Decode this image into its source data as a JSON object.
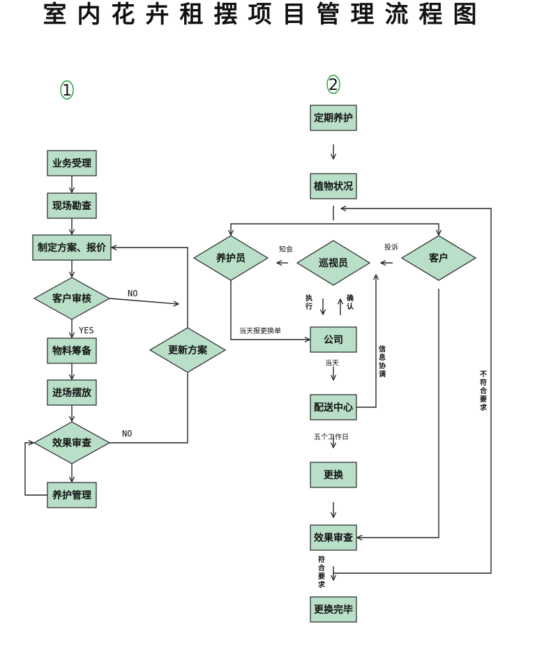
{
  "title": "室内花卉租摆项目管理流程图",
  "section_markers": [
    "1",
    "2"
  ],
  "colors": {
    "node_fill": "#b9dfc9",
    "stroke": "#222222",
    "marker_circle": "#1a9a3a"
  },
  "left_flow": {
    "business": "业务受理",
    "survey": "现场勘查",
    "plan": "制定方案、报价",
    "client_review": "客户审核",
    "prepare": "物料筹备",
    "install": "进场摆放",
    "effect_check": "效果审查",
    "maintenance": "养护管理",
    "update_plan": "更新方案",
    "no_1": "NO",
    "yes": "YES",
    "no_2": "NO"
  },
  "right_flow": {
    "regular": "定期养护",
    "status": "植物状况",
    "caretaker": "养护员",
    "inspector": "巡视员",
    "customer": "客户",
    "company": "公司",
    "delivery": "配送中心",
    "replace": "更换",
    "effect_check": "效果审查",
    "done": "更换完毕",
    "lbl_notify": "知会",
    "lbl_complain": "投诉",
    "lbl_execute": "执行",
    "lbl_confirm": "确认",
    "lbl_report": "当天报更换单",
    "lbl_sameday": "当天",
    "lbl_info": "信息协调",
    "lbl_five_days": "五个工作日",
    "lbl_meets": "符合要求",
    "lbl_not_meets": "不符合要求"
  }
}
